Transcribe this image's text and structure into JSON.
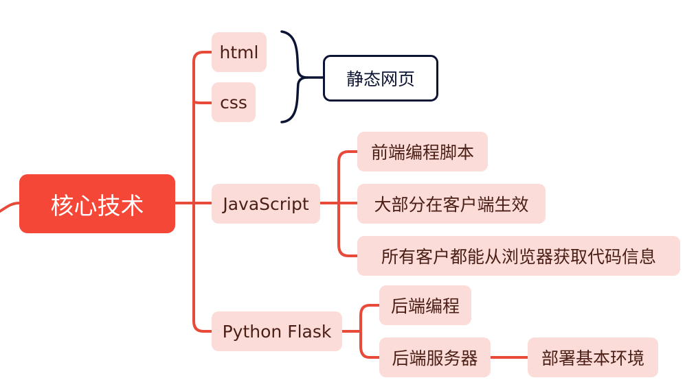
{
  "root": {
    "label": "核心技术"
  },
  "branches": {
    "html": "html",
    "css": "css",
    "javascript": "JavaScript",
    "flask": "Python Flask"
  },
  "javascript_children": [
    "前端编程脚本",
    "大部分在客户端生效",
    "所有客户都能从浏览器获取代码信息"
  ],
  "flask_children": [
    "后端编程",
    "后端服务器"
  ],
  "server_child": "部署基本环境",
  "summary": {
    "label": "静态网页"
  },
  "colors": {
    "root_fill": "#f54738",
    "node_fill": "#fcdcd8",
    "node_text": "#4a1e15",
    "connector": "#e84a3a",
    "summary_border": "#0c1433"
  }
}
